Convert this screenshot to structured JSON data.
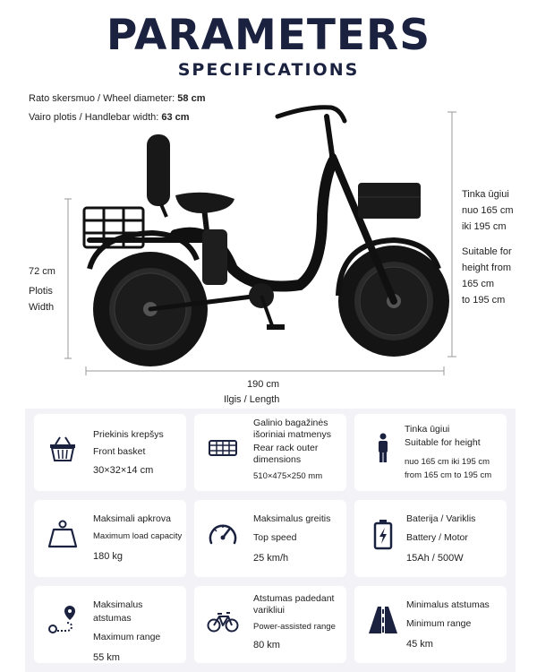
{
  "header": {
    "title": "PARAMETERS",
    "subtitle": "SPECIFICATIONS"
  },
  "top_specs": [
    {
      "label": "Rato skersmuo / Wheel diameter: ",
      "value": "58 cm"
    },
    {
      "label": "Vairo plotis / Handlebar width: ",
      "value": "63 cm"
    }
  ],
  "dimensions": {
    "width_value": "72 cm",
    "width_lt": "Plotis",
    "width_en": "Width",
    "length_value": "190 cm",
    "length_label": "Ilgis / Length",
    "height_lt": [
      "Tinka ūgiui",
      "nuo 165 cm",
      "iki 195 cm"
    ],
    "height_en": [
      "Suitable for",
      "height from",
      "165 cm",
      "to 195 cm"
    ]
  },
  "cards": [
    {
      "lines": [
        "Priekinis krepšys",
        "Front basket"
      ],
      "value": "30×32×14 cm",
      "icon": "basket-icon"
    },
    {
      "lines": [
        "Galinio bagažinės",
        "išoriniai matmenys",
        "Rear rack outer",
        "dimensions"
      ],
      "value": "510×475×250 mm",
      "icon": "rear-rack-icon"
    },
    {
      "lines": [
        "Tinka ūgiui",
        "Suitable for height"
      ],
      "value": "nuo 165 cm iki 195 cm",
      "value2": "from 165 cm to 195 cm",
      "icon": "person-icon"
    },
    {
      "lines": [
        "Maksimali apkrova",
        "Maximum load capacity"
      ],
      "value": "180 kg",
      "icon": "weight-icon"
    },
    {
      "lines": [
        "Maksimalus greitis",
        "Top speed"
      ],
      "value": "25 km/h",
      "icon": "speedometer-icon"
    },
    {
      "lines": [
        "Baterija / Variklis",
        "Battery / Motor"
      ],
      "value": "15Ah / 500W",
      "icon": "battery-icon"
    },
    {
      "lines": [
        "Maksimalus atstumas",
        "Maximum range"
      ],
      "value": "55 km",
      "icon": "route-icon"
    },
    {
      "lines": [
        "Atstumas padedant",
        "varikliui",
        "Power-assisted range"
      ],
      "value": "80 km",
      "icon": "bicycle-icon"
    },
    {
      "lines": [
        "Minimalus atstumas",
        "Minimum range"
      ],
      "value": "45 km",
      "icon": "road-icon"
    }
  ]
}
